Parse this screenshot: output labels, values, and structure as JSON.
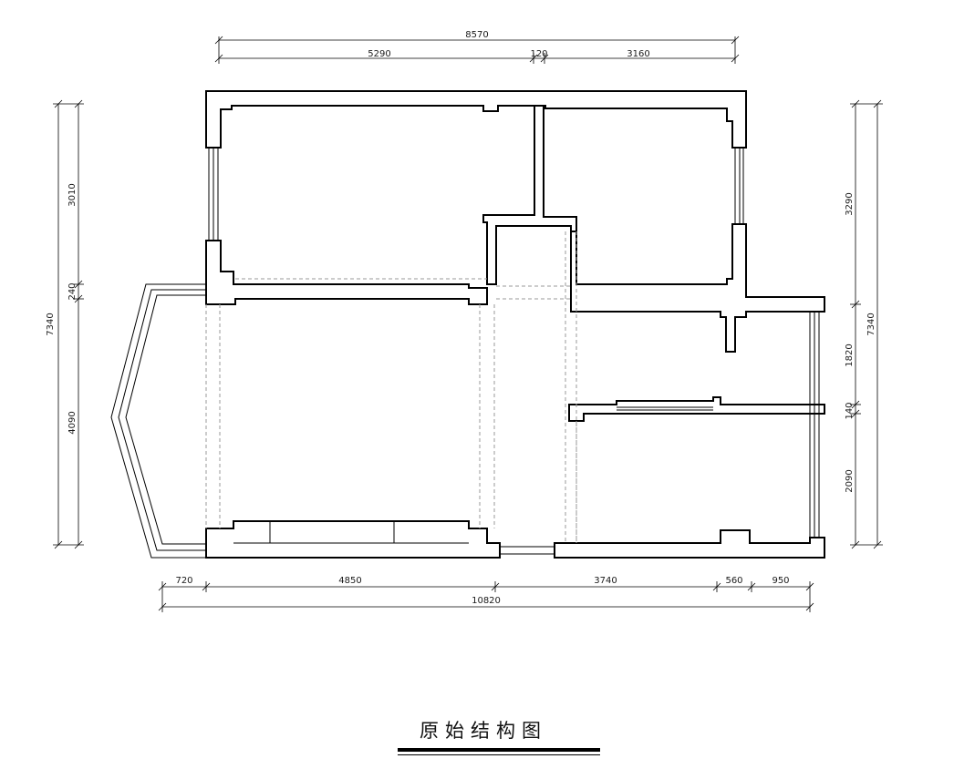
{
  "drawing": {
    "title": "原始结构图",
    "dimensions": {
      "top_total": "8570",
      "top_segments": [
        "5290",
        "120",
        "3160"
      ],
      "bottom_total": "10820",
      "bottom_segments": [
        "720",
        "4850",
        "3740",
        "560",
        "950"
      ],
      "left_total": "7340",
      "left_segments": [
        "3010",
        "240",
        "4090"
      ],
      "right_total": "7340",
      "right_segments": [
        "3290",
        "1820",
        "140",
        "2090"
      ]
    }
  }
}
